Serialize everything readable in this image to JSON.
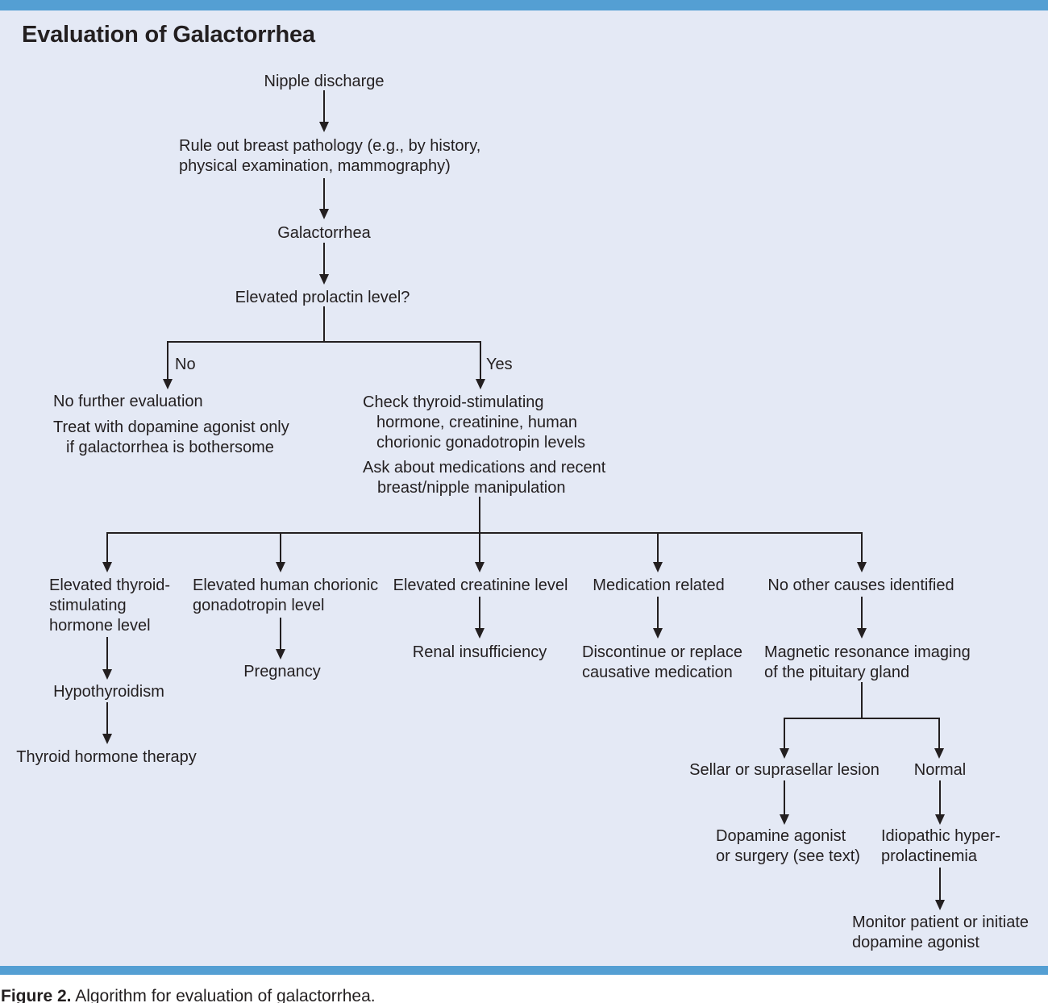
{
  "header": {
    "title": "Evaluation of Galactorrhea"
  },
  "footer": {
    "figure_label": "Figure 2.",
    "caption_text": " Algorithm for evaluation of galactorrhea."
  },
  "colors": {
    "border_bar": "#549fd3",
    "canvas_background": "#e4e9f5",
    "text": "#231f20",
    "line": "#231f20"
  },
  "flowchart": {
    "start": "Nipple discharge",
    "rule_out": [
      "Rule out breast pathology (e.g., by history,",
      "physical examination, mammography)"
    ],
    "galactorrhea": "Galactorrhea",
    "decision": "Elevated prolactin level?",
    "no_branch": {
      "label": "No",
      "lines": [
        "No further evaluation",
        "Treat with dopamine agonist only",
        "if galactorrhea is bothersome"
      ]
    },
    "yes_branch": {
      "label": "Yes",
      "lines": [
        "Check thyroid-stimulating",
        "hormone, creatinine, human",
        "chorionic gonadotropin levels",
        "Ask about medications and recent",
        "breast/nipple manipulation"
      ]
    },
    "cols": {
      "tsh": {
        "lines": [
          "Elevated thyroid-",
          "stimulating",
          "hormone level"
        ],
        "then": "Hypothyroidism",
        "final": "Thyroid hormone therapy"
      },
      "hcg": {
        "lines": [
          "Elevated human chorionic",
          "gonadotropin level"
        ],
        "then": "Pregnancy"
      },
      "creatinine": {
        "label": "Elevated creatinine level",
        "then": "Renal insufficiency"
      },
      "medication": {
        "label": "Medication related",
        "then": [
          "Discontinue or replace",
          "causative medication"
        ]
      },
      "no_other": {
        "label": "No other causes identified",
        "then": [
          "Magnetic resonance imaging",
          "of the pituitary gland"
        ]
      }
    },
    "mri": {
      "lesion": {
        "label": "Sellar or suprasellar lesion",
        "then": [
          "Dopamine agonist",
          "or surgery (see text)"
        ]
      },
      "normal": {
        "label": "Normal",
        "then": [
          "Idiopathic hyper-",
          "prolactinemia"
        ],
        "final": [
          "Monitor patient or initiate",
          "dopamine agonist"
        ]
      }
    }
  }
}
